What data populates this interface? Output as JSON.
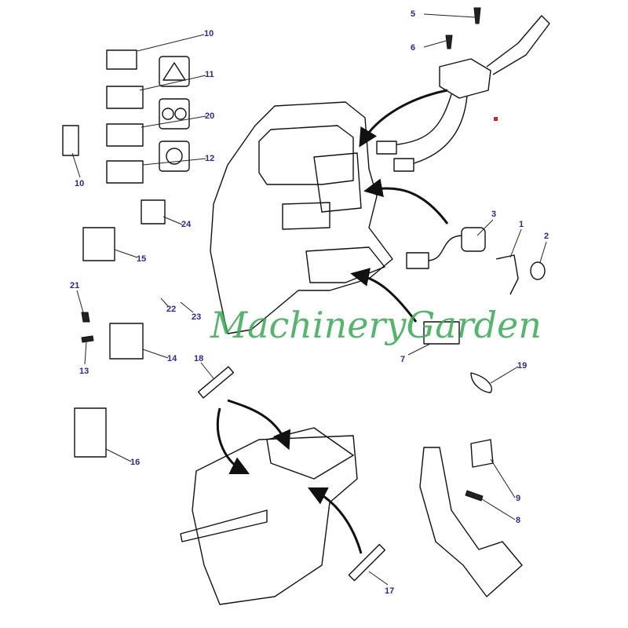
{
  "diagram": {
    "title": "Instrument console exploded parts diagram",
    "watermark": "MachineryGarden",
    "marker_color": "#d0202a",
    "label_color": "#2a2a8a",
    "callouts": [
      "10",
      "11",
      "20",
      "12",
      "10",
      "24",
      "15",
      "21",
      "22",
      "23",
      "13",
      "14",
      "18",
      "16",
      "5",
      "6",
      "3",
      "1",
      "2",
      "7",
      "19",
      "9",
      "8",
      "17"
    ]
  }
}
